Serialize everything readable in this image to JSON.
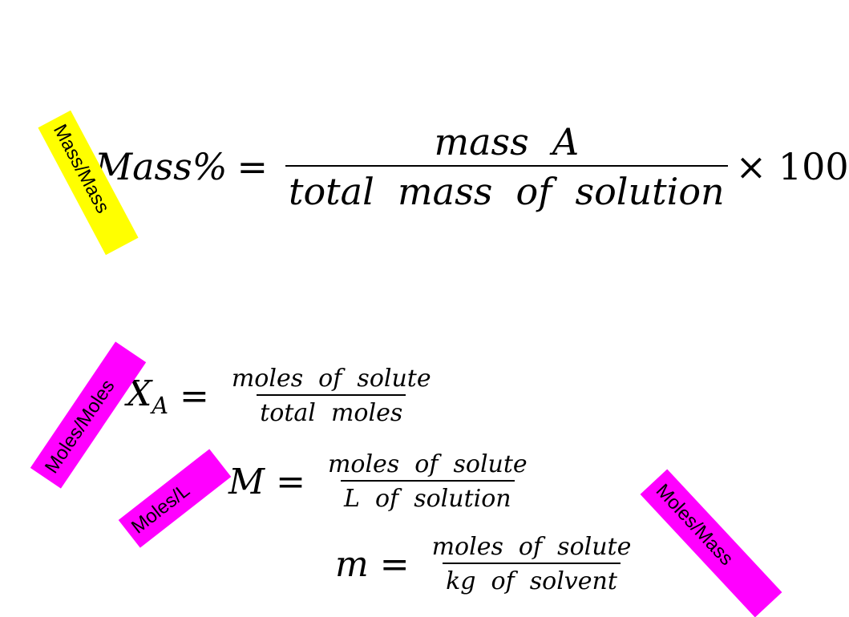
{
  "equations": {
    "mass_percent": {
      "lhs": "Mass%",
      "op": "=",
      "numerator": "mass  A",
      "denominator": "total  mass  of  solution",
      "multiplier": "× 100"
    },
    "mole_fraction": {
      "lhs": "X",
      "lhs_sub": "A",
      "op": "=",
      "numerator": "moles  of  solute",
      "denominator": "total  moles"
    },
    "molarity": {
      "lhs": "M",
      "op": "=",
      "numerator": "moles  of  solute",
      "denominator": "L  of  solution"
    },
    "molality": {
      "lhs": "m",
      "op": "=",
      "numerator": "moles  of  solute",
      "denominator": "kg  of  solvent"
    }
  },
  "tags": {
    "mass_mass": {
      "label": "Mass/Mass",
      "color": "#ffff00"
    },
    "moles_moles": {
      "label": "Moles/Moles",
      "color": "#ff00ff"
    },
    "moles_l": {
      "label": "Moles/L",
      "color": "#ff00ff"
    },
    "moles_mass": {
      "label": "Moles/Mass",
      "color": "#ff00ff"
    }
  }
}
